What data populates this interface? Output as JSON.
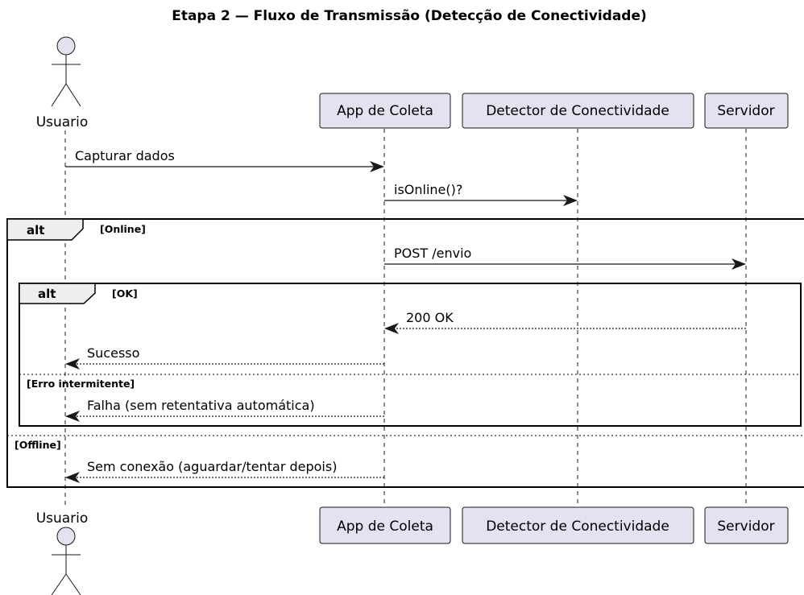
{
  "title": "Etapa 2 — Fluxo de Transmissão (Detecção de Conectividade)",
  "participants": {
    "user": "Usuario",
    "app": "App de Coleta",
    "detector": "Detector de Conectividade",
    "server": "Servidor"
  },
  "messages": [
    {
      "text": "Capturar dados",
      "style": "solid"
    },
    {
      "text": "isOnline()?",
      "style": "solid"
    },
    {
      "text": "POST /envio",
      "style": "solid"
    },
    {
      "text": "200 OK",
      "style": "dashed"
    },
    {
      "text": "Sucesso",
      "style": "dashed"
    },
    {
      "text": "Falha (sem retentativa automática)",
      "style": "dashed"
    },
    {
      "text": "Sem conexão (aguardar/tentar depois)",
      "style": "dashed"
    }
  ],
  "fragments": {
    "outer": {
      "keyword": "alt",
      "guard": "[Online]",
      "else_guard": "[Offline]"
    },
    "inner": {
      "keyword": "alt",
      "guard": "[OK]",
      "else_guard": "[Erro intermitente]"
    }
  },
  "colors": {
    "participant_fill": "#e2e2f0",
    "line": "#181818",
    "tab_fill": "#eeeeee"
  }
}
